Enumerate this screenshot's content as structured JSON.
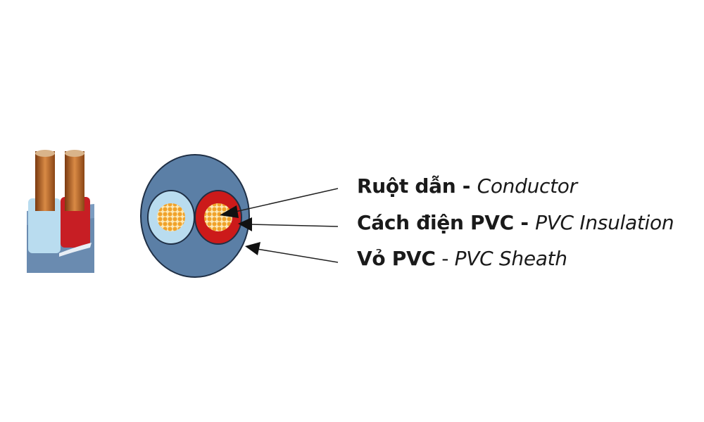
{
  "labels": [
    {
      "vi": "Ruột dẫn",
      "sep": " - ",
      "en": "Conductor"
    },
    {
      "vi": "Cách điện PVC",
      "sep": " - ",
      "en": "PVC Insulation"
    },
    {
      "vi": "Vỏ PVC",
      "sep": " - ",
      "en": "PVC Sheath"
    }
  ],
  "colors": {
    "sheath": "#5b7fa6",
    "insulation_blue": "#b9dcef",
    "insulation_red": "#cc1a1a",
    "conductor": "#f0a22a",
    "copper": "#b5651d"
  }
}
